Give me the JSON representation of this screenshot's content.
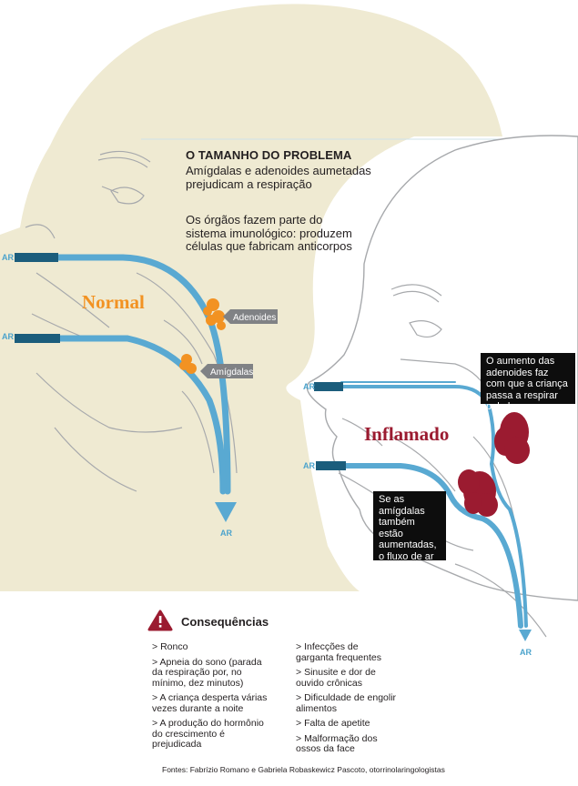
{
  "headline": {
    "title": "O TAMANHO DO PROBLEMA",
    "subtitle": "Amígdalas e adenoides aumetadas prejudicam a respiração"
  },
  "organs_note": "Os órgãos fazem parte do sistema imunológico: produzem células que fabricam anticorpos",
  "normal": {
    "label": "Normal",
    "adenoids_tag": "Adenoides",
    "tonsils_tag": "Amígdalas",
    "air_in_nose": "AR",
    "air_in_mouth": "AR",
    "air_out": "AR"
  },
  "inflamed": {
    "label": "Inflamado",
    "air_in_nose": "AR",
    "air_in_mouth": "AR",
    "air_out": "AR",
    "adenoids_callout": "O aumento das adenoides faz com que a criança passa a respirar pela boca",
    "tonsils_callout": "Se as amígdalas também estão aumentadas, o fluxo de ar fica ainda mais prejudicado"
  },
  "consequences": {
    "title": "Consequências",
    "left_column": [
      "Ronco",
      "Apneia do sono (parada da respiração por, no mínimo, dez minutos)",
      "A criança desperta várias vezes durante a noite",
      "A produção do hormônio do crescimento é prejudicada"
    ],
    "right_column": [
      "Infecções de garganta frequentes",
      "Sinusite e dor de ouvido crônicas",
      "Dificuldade de engolir alimentos",
      "Falta de apetite",
      "Malformação dos ossos da face"
    ]
  },
  "sources": "Fontes: Fabrízio Romano e Gabriela Robaskewicz Pascoto, otorrinolaringologistas",
  "colors": {
    "skin": "#efead2",
    "outline": "#a7a9ac",
    "airflow": "#59a9d2",
    "normal_accent": "#f29222",
    "inflamed_accent": "#9b1b30",
    "warning": "#9b1b30"
  },
  "icons": {
    "warning": "warning-triangle-icon",
    "arrow": "arrow-head-icon"
  }
}
